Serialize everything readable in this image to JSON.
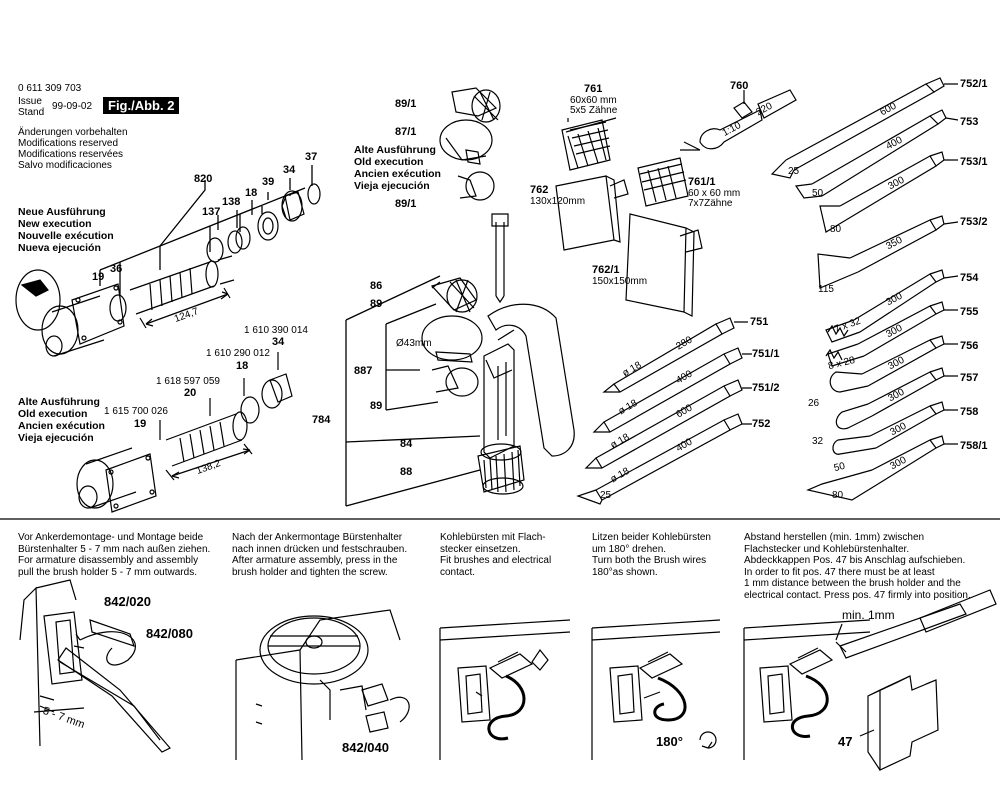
{
  "header": {
    "part_number": "0 611 309 703",
    "issue_label_1": "Issue",
    "issue_label_2": "Stand",
    "issue_date": "99-09-02",
    "figure_label": "Fig./Abb. 2",
    "modifications": [
      "Änderungen vorbehalten",
      "Modifications reserved",
      "Modifications reservées",
      "Salvo modificaciones"
    ]
  },
  "blocks": {
    "new_execution": [
      "Neue Ausführung",
      "New execution",
      "Nouvelle exécution",
      "Nueva ejecución"
    ],
    "old_execution_left": [
      "Alte Ausführung",
      "Old execution",
      "Ancien exécution",
      "Vieja ejecución"
    ],
    "old_execution_mid": [
      "Alte Ausführung",
      "Old execution",
      "Ancien exécution",
      "Vieja ejecución"
    ]
  },
  "labels": {
    "l820": "820",
    "l137": "137",
    "l138": "138",
    "l18a": "18",
    "l39": "39",
    "l34a": "34",
    "l37": "37",
    "l19a": "19",
    "l36": "36",
    "d1247": "124,7",
    "pn1": "1 610 390 014",
    "l34b": "34",
    "pn2": "1 610 290 012",
    "l18b": "18",
    "pn3": "1 618 597 059",
    "l20": "20",
    "pn4": "1 615 700 026",
    "l19b": "19",
    "d1382": "138,2",
    "l891a": "89/1",
    "l871": "87/1",
    "l891b": "89/1",
    "l86": "86",
    "l89a": "89",
    "l89b": "89",
    "l887": "887",
    "l784": "784",
    "l84": "84",
    "l88": "88",
    "d43": "Ø43mm",
    "l761": "761",
    "d761a": "60x60 mm",
    "d761b": "5x5 Zähne",
    "l760": "760",
    "d1_10": "1:10",
    "d220": "220",
    "l7611": "761/1",
    "d7611a": "60 x 60 mm",
    "d7611b": "7x7Zähne",
    "l762": "762",
    "d762": "130x120mm",
    "l7621": "762/1",
    "d7621": "150x150mm",
    "l7521": "752/1",
    "d600a": "600",
    "d25a": "25",
    "l753": "753",
    "d400a": "400",
    "d50a": "50",
    "l7531": "753/1",
    "d300a": "300",
    "d80a": "80",
    "l7532": "753/2",
    "d350": "350",
    "d115": "115",
    "l754": "754",
    "d300b": "300",
    "d7x32": "7 x 32",
    "l755": "755",
    "d300c": "300",
    "d8x28": "8 x 28",
    "l756": "756",
    "d300d": "300",
    "d26": "26",
    "l757": "757",
    "d300e": "300",
    "d32": "32",
    "l758": "758",
    "d300f": "300",
    "d50b": "50",
    "l7581": "758/1",
    "d300g": "300",
    "d80b": "80",
    "l751": "751",
    "d18a": "ø 18",
    "d280": "280",
    "l7511": "751/1",
    "d18b": "ø 18",
    "d400b": "400",
    "l7512": "751/2",
    "d18c": "ø 18",
    "d600b": "600",
    "l752": "752",
    "d18d": "ø 18",
    "d400c": "400",
    "d25b": "25"
  },
  "instructions": {
    "step1": [
      "Vor Ankerdemontage- und Montage beide",
      "Bürstenhalter 5 - 7 mm nach außen ziehen.",
      "For armature disassembly and assembly",
      "pull the brush holder 5 - 7 mm outwards."
    ],
    "step2": [
      "Nach der Ankermontage Bürstenhalter",
      "nach innen drücken und festschrauben.",
      "After armature assembly, press in the",
      "brush holder and tighten the screw."
    ],
    "step3": [
      "Kohlebürsten mit Flach-",
      "stecker einsetzen.",
      "Fit brushes and electrical",
      "contact."
    ],
    "step4": [
      "Litzen beider Kohlebürsten",
      "um 180° drehen.",
      "Turn both the Brush wires",
      "180°as shown."
    ],
    "step5": [
      "Abstand herstellen (min. 1mm) zwischen",
      "Flachstecker und Kohlebürstenhalter.",
      "Abdeckkappen Pos. 47 bis Anschlag aufschieben.",
      "In order to fit pos. 47 there must be at least",
      "1 mm distance between the brush holder and the",
      "electrical contact. Press pos. 47 firmly into position."
    ]
  },
  "bottom_labels": {
    "b842020": "842/020",
    "b842080": "842/080",
    "b57": "5 - 7 mm",
    "b842040": "842/040",
    "b180": "180°",
    "bmin": "min. 1mm",
    "b47": "47"
  }
}
